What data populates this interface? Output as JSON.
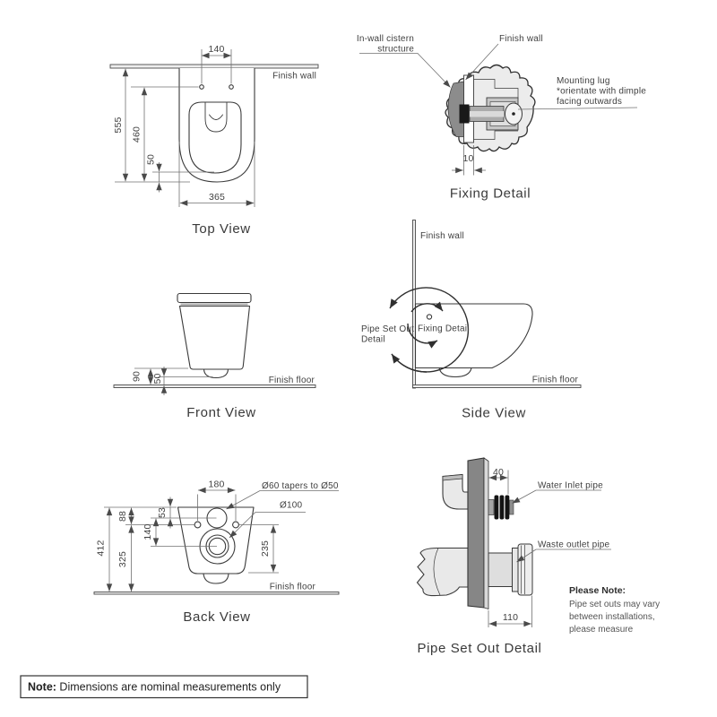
{
  "top_view": {
    "title": "Top View",
    "finish_wall_label": "Finish wall",
    "dim_140": "140",
    "dim_555": "555",
    "dim_460": "460",
    "dim_50": "50",
    "dim_365": "365"
  },
  "fixing_detail": {
    "title": "Fixing Detail",
    "in_wall_label_line1": "In-wall cistern",
    "in_wall_label_line2": "structure",
    "finish_wall_label": "Finish wall",
    "mounting_lug_line1": "Mounting lug",
    "mounting_lug_line2": "*orientate with dimple",
    "mounting_lug_line3": "facing outwards",
    "dim_10": "10"
  },
  "front_view": {
    "title": "Front View",
    "finish_floor_label": "Finish floor",
    "dim_90": "90",
    "dim_50": "50"
  },
  "side_view": {
    "title": "Side View",
    "finish_wall_label": "Finish wall",
    "finish_floor_label": "Finish floor",
    "pipe_set_out_label_line1": "Pipe Set Out",
    "pipe_set_out_label_line2": "Detail",
    "fixing_detail_label": "Fixing Detail"
  },
  "back_view": {
    "title": "Back View",
    "finish_floor_label": "Finish floor",
    "dim_180": "180",
    "dim_53": "53",
    "dim_88": "88",
    "dim_140": "140",
    "dim_412": "412",
    "dim_325": "325",
    "dim_235": "235",
    "inlet_taper_label": "Ø60 tapers to Ø50",
    "waste_diameter_label": "Ø100"
  },
  "pipe_detail": {
    "title": "Pipe Set Out Detail",
    "dim_40": "40",
    "dim_110": "110",
    "water_inlet_label": "Water Inlet pipe",
    "waste_outlet_label": "Waste outlet pipe",
    "please_note_title": "Please Note:",
    "please_note_line1": "Pipe set outs may vary",
    "please_note_line2": "between installations,",
    "please_note_line3": "please measure"
  },
  "footer": {
    "note_label": "Note:",
    "note_text": " Dimensions are nominal measurements only"
  },
  "colors": {
    "line": "#3a3a3a",
    "dim_line": "#707070",
    "text": "#3f3f3f",
    "blob_fill": "#ececec",
    "housing_fill": "#c6c6c6",
    "in_wall_fill": "#8c8c8c",
    "wall_fill": "#868686",
    "pipe_fill": "#e9e9e9",
    "band_fill": "#ededed",
    "gasket": "#141414"
  }
}
